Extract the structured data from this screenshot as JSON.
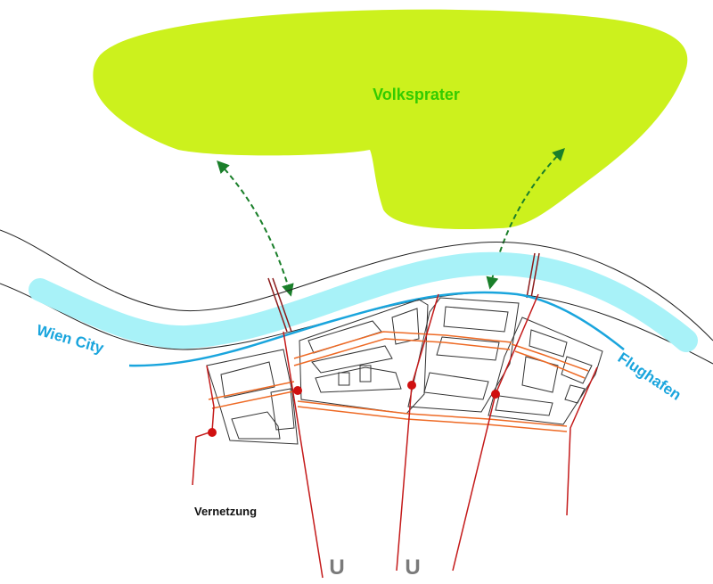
{
  "colors": {
    "park": "#ccf11d",
    "park_label": "#33cc00",
    "river": "#a8f2f8",
    "route": "#1aa5dd",
    "street": "#ee6a25",
    "connection": "#c41a1a",
    "node": "#d01010",
    "arrow": "#1a7f2a",
    "ubahn": "#7a7a7a",
    "building": "#333333"
  },
  "labels": {
    "park": "Volksprater",
    "route_west": "Wien City",
    "route_east": "Flughafen",
    "legend": "Vernetzung",
    "ubahn_1": "U",
    "ubahn_2": "U"
  },
  "icons": {
    "node": "red-dot",
    "arrow": "dashed-double-arrow"
  }
}
